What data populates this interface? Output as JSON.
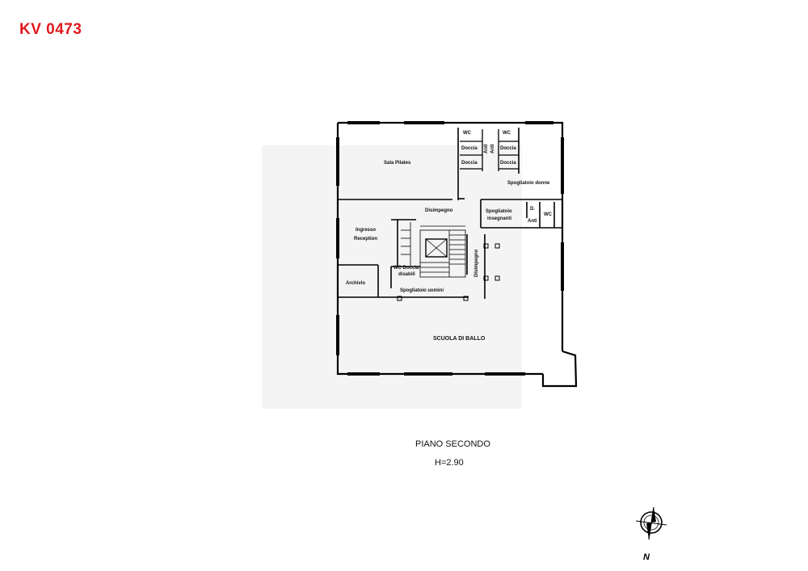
{
  "listing": {
    "code": "KV 0473",
    "code_color": "#e0191f"
  },
  "floor": {
    "title": "PIANO SECONDO",
    "height": "H=2.90"
  },
  "rooms": {
    "sala_pilates": "Sala Pilates",
    "wc_1": "WC",
    "wc_2": "WC",
    "doccia_1": "Doccia",
    "doccia_2": "Doccia",
    "doccia_3": "Doccia",
    "doccia_4": "Doccia",
    "anti_1": "Anti",
    "anti_2": "Anti",
    "spogliatoio_donne": "Spogliatoio donne",
    "disimpegno_1": "Disimpegno",
    "spogliatoio_insegnanti_1": "Spogliatoio",
    "spogliatoio_insegnanti_2": "insegnanti",
    "d": "D.",
    "anti_3": "Anti",
    "wc_3": "WC",
    "ingresso_1": "Ingresso",
    "ingresso_2": "Reception",
    "wc_doccia_1": "WC Doccia",
    "wc_doccia_2": "disabili",
    "disimpegno_2": "Disimpegno",
    "archivio": "Archivio",
    "spogliatoio_uomini": "Spogliatoio uomini",
    "scuola_di_ballo": "SCUOLA DI BALLO"
  },
  "compass": {
    "label": "N",
    "icon": "north-arrow-icon"
  }
}
